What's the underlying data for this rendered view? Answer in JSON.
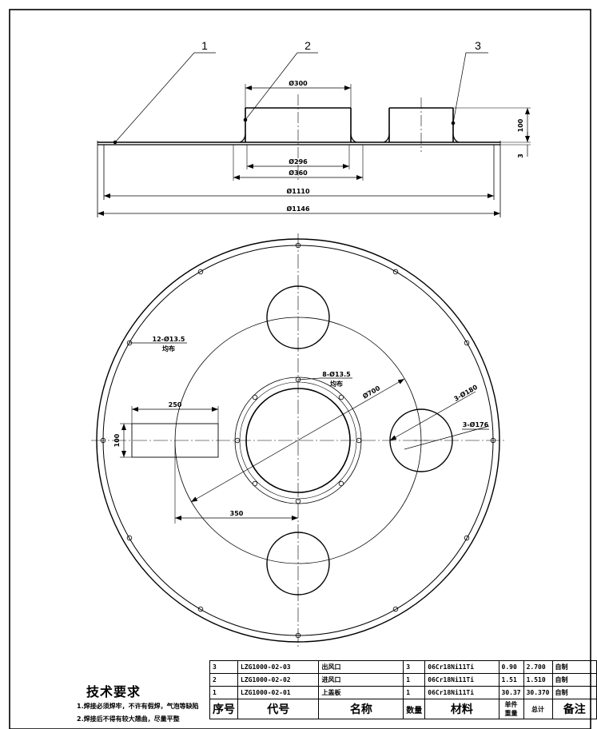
{
  "callouts": [
    "1",
    "2",
    "3"
  ],
  "section_dims": {
    "d300": "Ø300",
    "d296": "Ø296",
    "d360": "Ø360",
    "d1110": "Ø1110",
    "d1146": "Ø1146",
    "h100": "100",
    "t3": "3"
  },
  "plan_dims": {
    "holes_outer_count": "12-Ø13.5",
    "holes_outer_even": "均布",
    "holes_inner_count": "8-Ø13.5",
    "holes_inner_even": "均布",
    "d700": "Ø700",
    "d180": "3-Ø180",
    "d176": "3-Ø176",
    "len250": "250",
    "w100": "100",
    "len350": "350"
  },
  "notes": {
    "title": "技术要求",
    "line1": "1.焊接必须焊牢，不许有假焊，气泡等缺陷",
    "line2": "2.焊接后不得有较大翘曲，尽量平整"
  },
  "bom": {
    "rows": [
      {
        "seq": "3",
        "code": "LZG1000-02-03",
        "name": "出风口",
        "qty": "3",
        "material": "06Cr18Ni11Ti",
        "unit": "0.90",
        "total": "2.700",
        "remark": "自制"
      },
      {
        "seq": "2",
        "code": "LZG1000-02-02",
        "name": "进风口",
        "qty": "1",
        "material": "06Cr18Ni11Ti",
        "unit": "1.51",
        "total": "1.510",
        "remark": "自制"
      },
      {
        "seq": "1",
        "code": "LZG1000-02-01",
        "name": "上盖板",
        "qty": "1",
        "material": "06Cr18Ni11Ti",
        "unit": "30.37",
        "total": "30.370",
        "remark": "自制"
      }
    ],
    "header": {
      "seq": "序号",
      "code": "代号",
      "name": "名称",
      "qty": "数量",
      "material": "材料",
      "unit": "单件",
      "total": "总计",
      "weight": "重量",
      "remark": "备注"
    }
  }
}
